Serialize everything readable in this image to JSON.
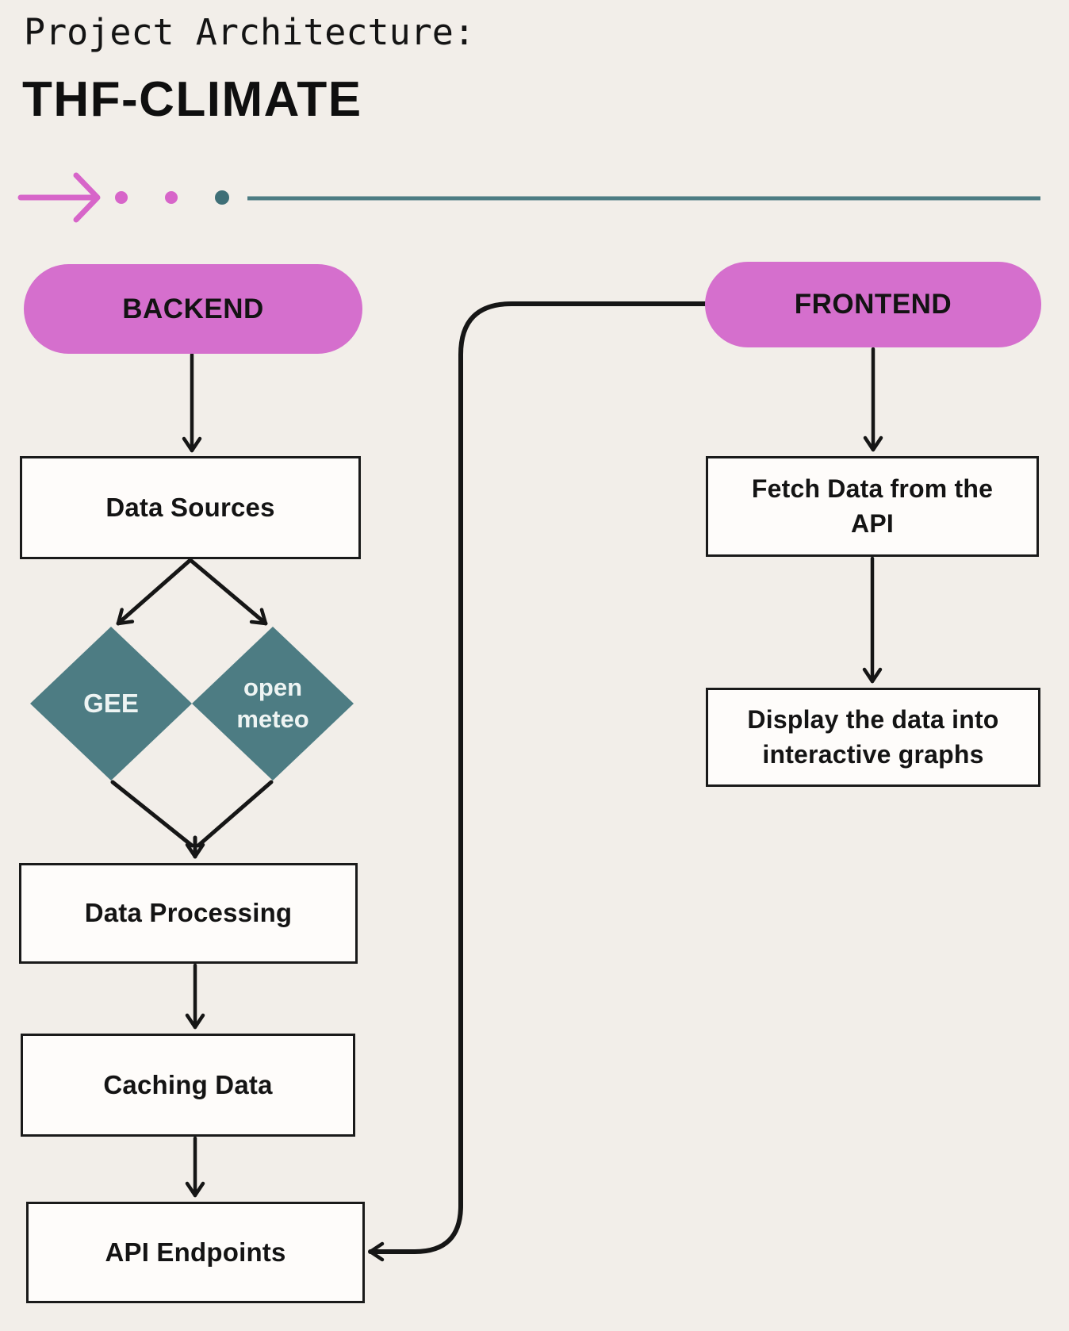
{
  "header": {
    "kicker": "Project Architecture:",
    "title": "THF-CLIMATE"
  },
  "colors": {
    "background": "#f2eee9",
    "pink": "#d56fcd",
    "pink_deco": "#d765c9",
    "teal": "#4d7c83",
    "teal_dark": "#3f6f77",
    "ink": "#161616",
    "node_fill": "#fefcfa"
  },
  "backend": {
    "pill": "BACKEND",
    "data_sources": "Data Sources",
    "gee": "GEE",
    "open_meteo": "open meteo",
    "data_processing": "Data Processing",
    "caching_data": "Caching Data",
    "api_endpoints": "API Endpoints"
  },
  "frontend": {
    "pill": "FRONTEND",
    "fetch": "Fetch Data from the API",
    "display": "Display the data into interactive graphs"
  }
}
